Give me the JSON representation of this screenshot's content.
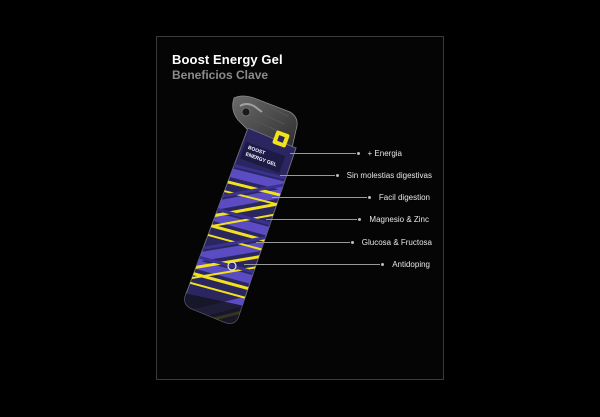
{
  "header": {
    "title": "Boost Energy Gel",
    "subtitle": "Beneficios Clave"
  },
  "product": {
    "pack_text_line1": "BOOST",
    "pack_text_line2": "ENERGY GEL",
    "colors": {
      "pack_body": "#2c2660",
      "pack_stripe_purple": "#5b4cc4",
      "pack_stripe_yellow": "#f2e21b",
      "pack_top": "#4a4a4a"
    }
  },
  "benefits": [
    {
      "label": "+ Energia"
    },
    {
      "label": "Sin molestias digestivas"
    },
    {
      "label": "Facil digestion"
    },
    {
      "label": "Magnesio & Zinc"
    },
    {
      "label": "Glucosa & Fructosa"
    },
    {
      "label": "Antidoping"
    }
  ]
}
